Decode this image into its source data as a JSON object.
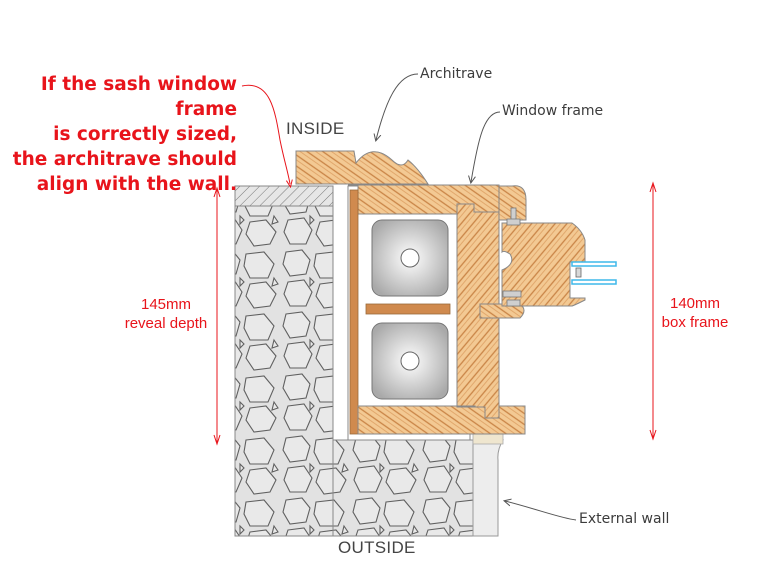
{
  "annotation": {
    "lines": [
      "If the sash window frame",
      "is correctly sized,",
      "the architrave should",
      "align with the wall."
    ],
    "color": "#e8141b"
  },
  "labels": {
    "inside": "INSIDE",
    "outside": "OUTSIDE",
    "architrave": "Architrave",
    "window_frame": "Window frame",
    "external_wall": "External wall"
  },
  "dimensions": {
    "reveal": {
      "value": "145mm",
      "caption": "reveal depth"
    },
    "box_frame": {
      "value": "140mm",
      "caption": "box frame"
    }
  },
  "colors": {
    "timber": "#f1c48f",
    "timber_grain": "#c57a3c",
    "stone": "#e3e3e3",
    "render": "#ececec",
    "glass": "#3fb8ea",
    "outline": "#7a7a7a",
    "dimension": "#e8141b"
  }
}
